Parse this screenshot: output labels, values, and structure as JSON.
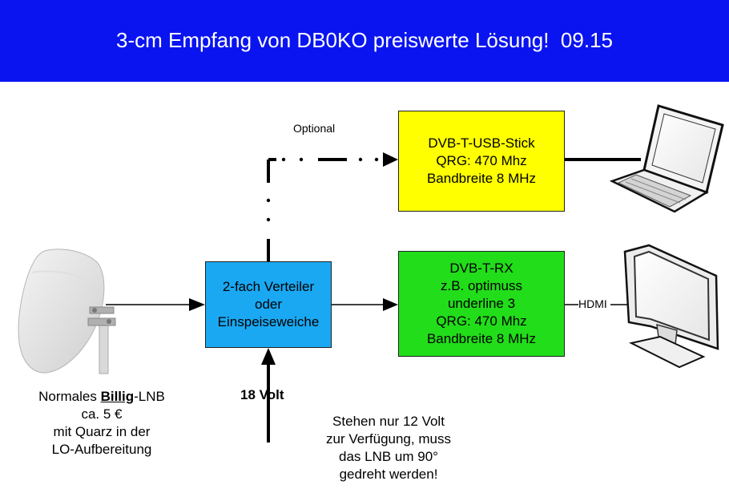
{
  "header": {
    "title": "3-cm Empfang von DB0KO preiswerte Lösung!  09.15"
  },
  "splitter": {
    "lines": [
      "2-fach Verteiler",
      "oder",
      "Einspeiseweiche"
    ]
  },
  "usb_stick": {
    "lines": [
      "DVB-T-USB-Stick",
      "QRG: 470 Mhz",
      "Bandbreite 8 MHz"
    ]
  },
  "receiver": {
    "lines": [
      "DVB-T-RX",
      "z.B. optimuss",
      "underline 3",
      "QRG: 470 Mhz",
      "Bandbreite 8 MHz"
    ]
  },
  "lnb": {
    "caption_prefix": "Normales ",
    "caption_bold": "Billig",
    "caption_suffix": "-LNB",
    "lines": [
      "ca. 5 €",
      "mit Quarz in der",
      "LO-Aufbereitung"
    ]
  },
  "power": {
    "label": "18 Volt"
  },
  "note": {
    "lines": [
      "Stehen nur 12 Volt",
      "zur Verfügung, muss",
      "das LNB um 90°",
      "gedreht werden!"
    ]
  },
  "optional_label": "Optional",
  "hdmi_label": "HDMI",
  "colors": {
    "header_bg": "#0a14f0",
    "splitter_bg": "#1aa8f2",
    "usb_bg": "#ffff00",
    "receiver_bg": "#22dd1a"
  },
  "icons": [
    "lnb-antenna-icon",
    "laptop-icon",
    "monitor-icon"
  ]
}
